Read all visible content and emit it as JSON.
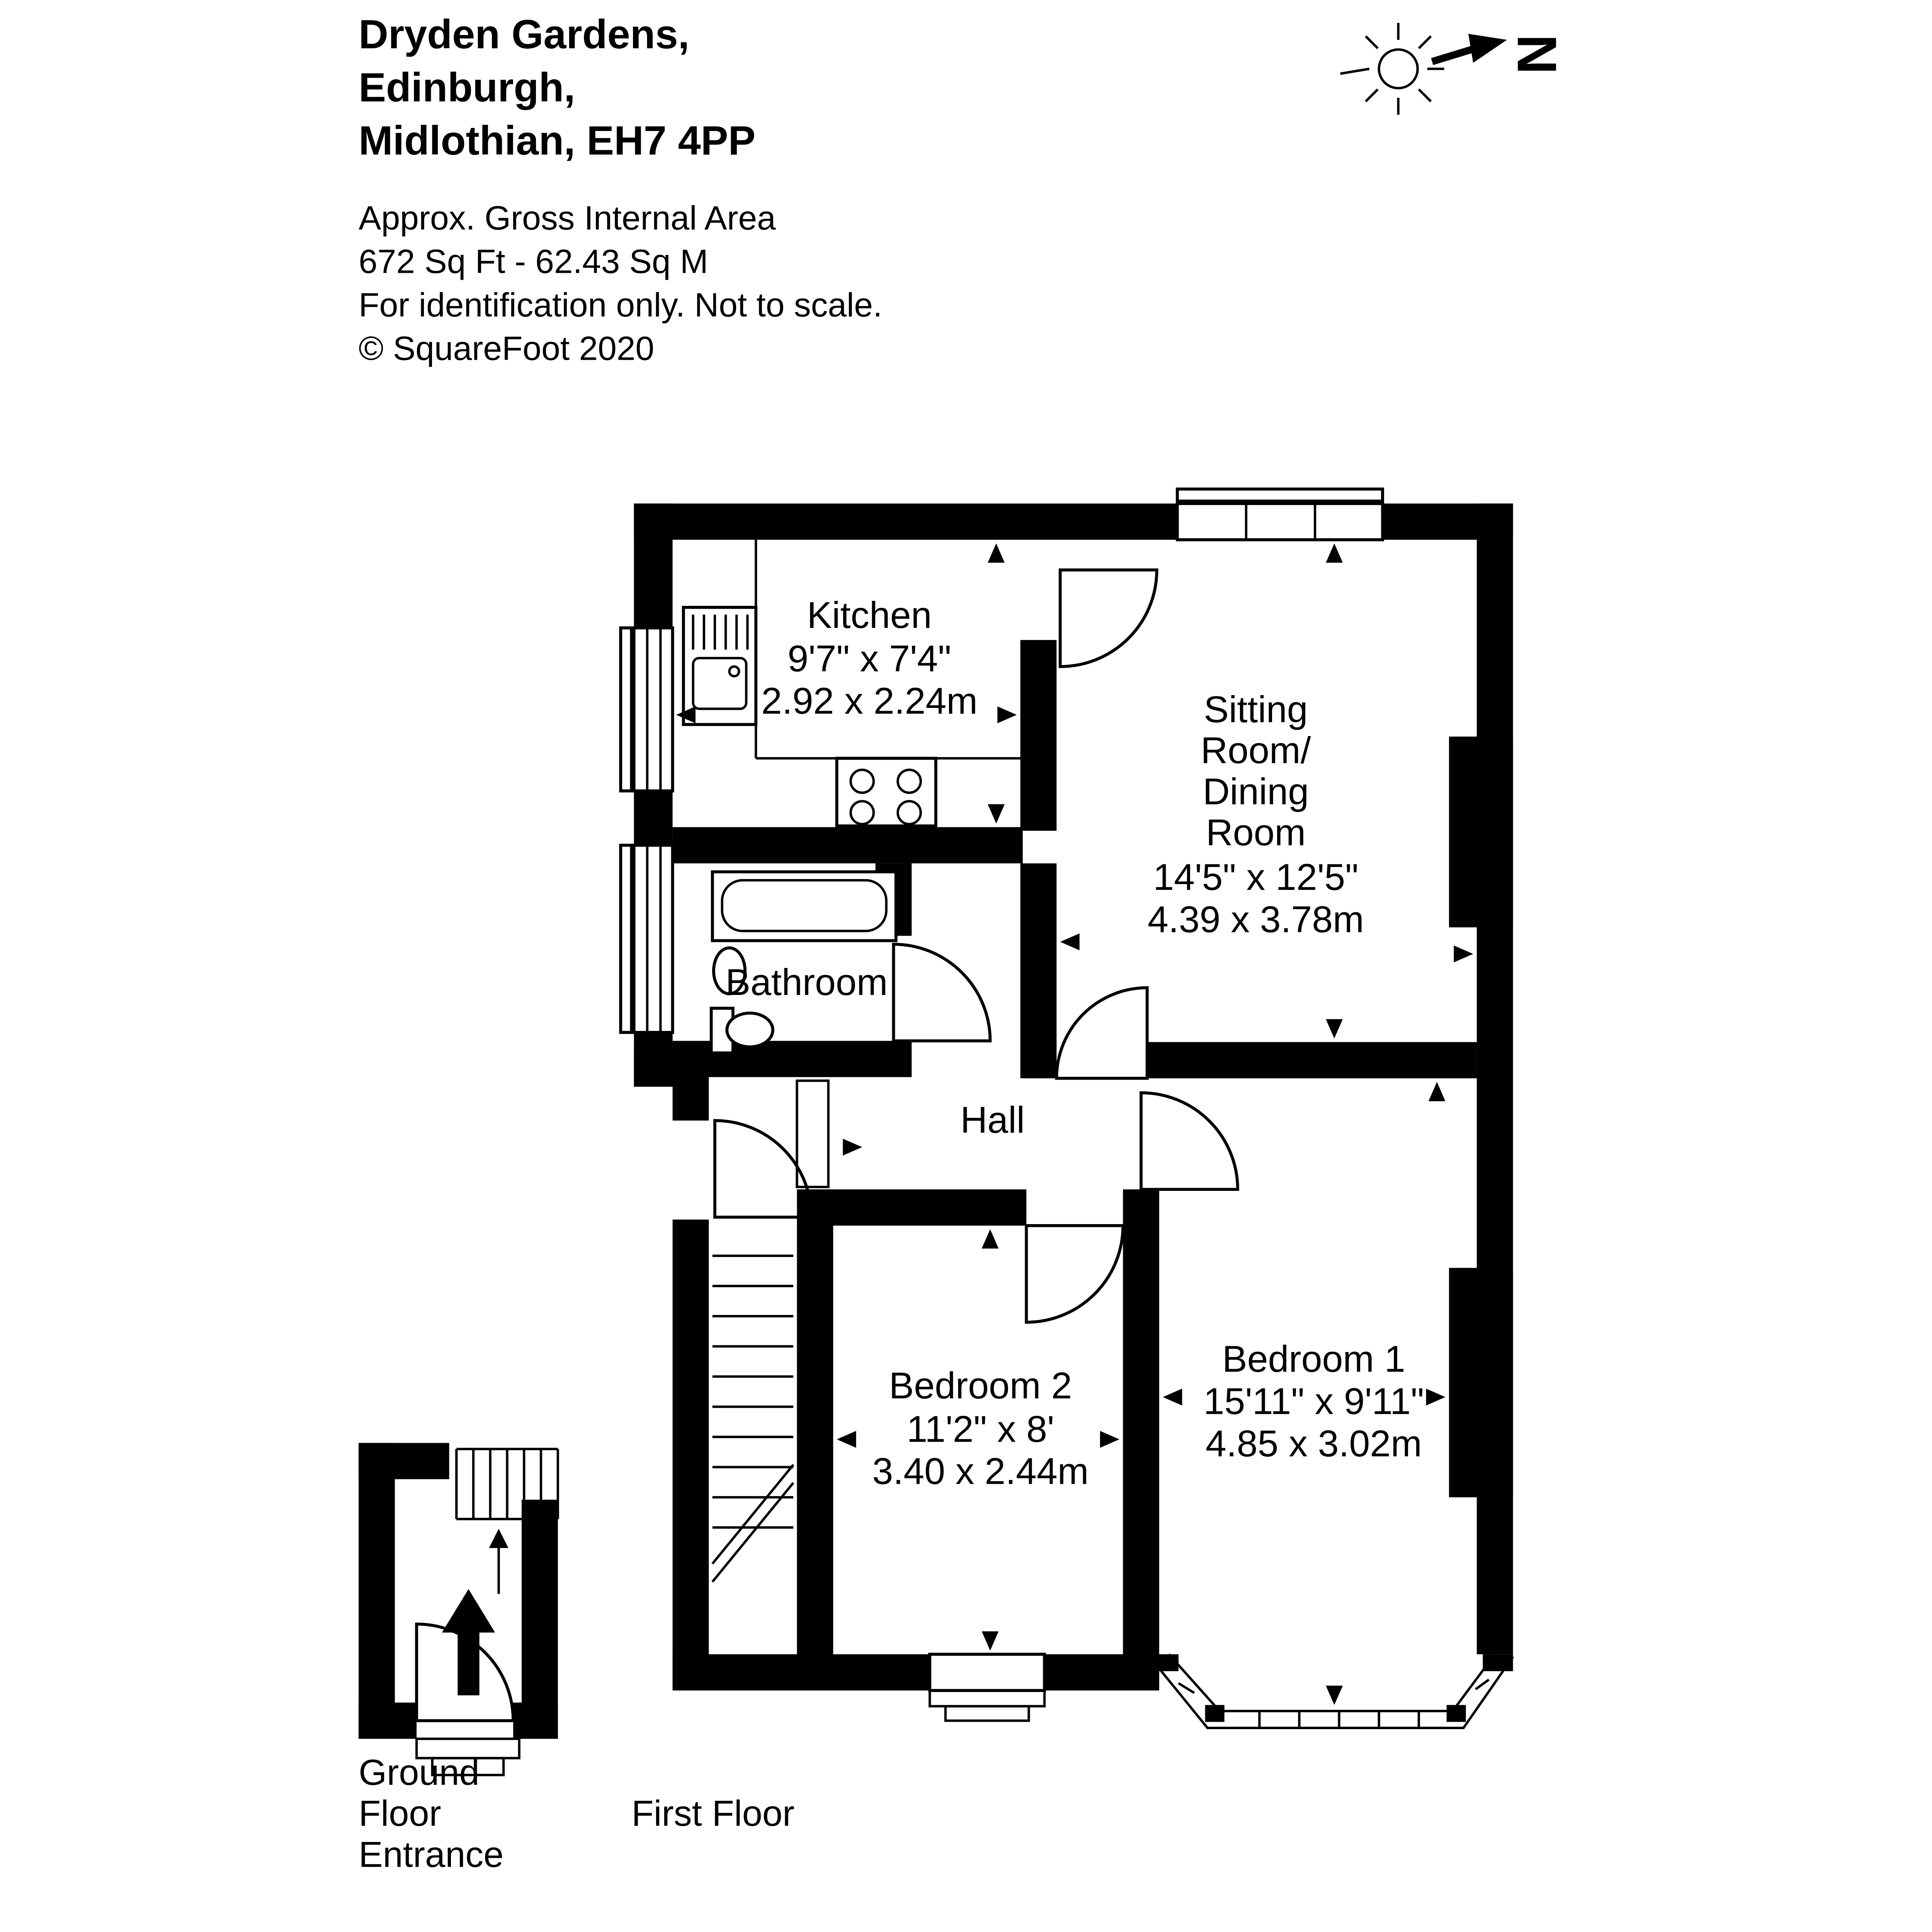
{
  "header": {
    "address_line1": "Dryden Gardens,",
    "address_line2": "Edinburgh,",
    "address_line3": "Midlothian, EH7 4PP",
    "area_label": "Approx. Gross Internal Area",
    "area_value": "672 Sq Ft  -  62.43 Sq M",
    "disclaimer": "For identification only. Not to scale.",
    "copyright": "© SquareFoot 2020"
  },
  "compass": {
    "north": "N"
  },
  "rooms": {
    "kitchen": {
      "name": "Kitchen",
      "imperial": "9'7\" x 7'4\"",
      "metric": "2.92 x 2.24m"
    },
    "sitting": {
      "line1": "Sitting",
      "line2": "Room/",
      "line3": "Dining",
      "line4": "Room",
      "imperial": "14'5\" x 12'5\"",
      "metric": "4.39 x 3.78m"
    },
    "bathroom": {
      "name": "Bathroom"
    },
    "hall": {
      "name": "Hall"
    },
    "bedroom2": {
      "name": "Bedroom 2",
      "imperial": "11'2\" x 8'",
      "metric": "3.40 x 2.44m"
    },
    "bedroom1": {
      "name": "Bedroom 1",
      "imperial": "15'11\" x 9'11\"",
      "metric": "4.85 x 3.02m"
    }
  },
  "floors": {
    "ground_line1": "Ground",
    "ground_line2": "Floor",
    "ground_line3": "Entrance",
    "first": "First Floor"
  }
}
